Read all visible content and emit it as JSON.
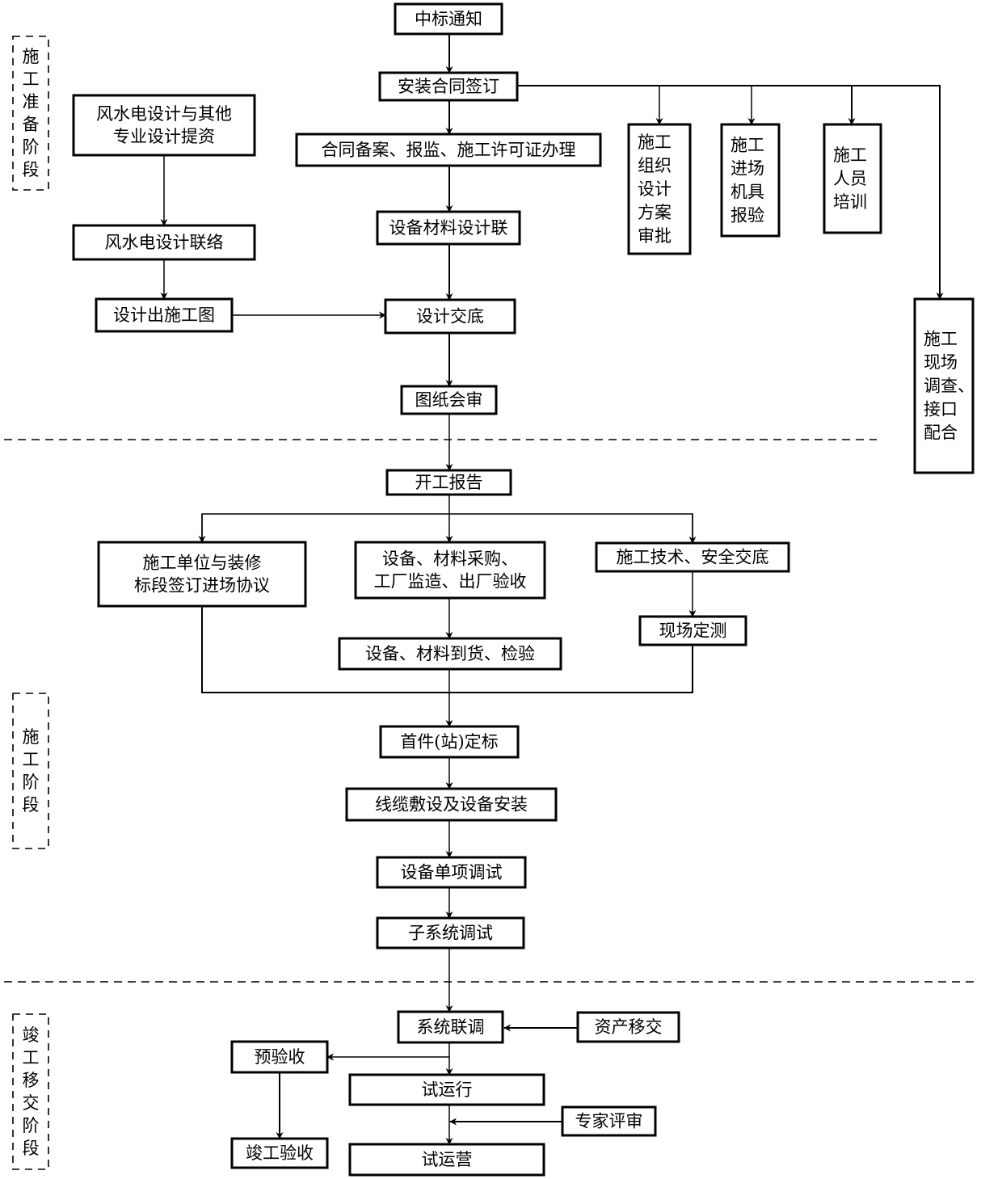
{
  "stages": [
    {
      "id": "prep",
      "label": "施工准备阶段"
    },
    {
      "id": "construct",
      "label": "施工阶段"
    },
    {
      "id": "handover",
      "label": "竣工移交阶段"
    }
  ],
  "nodes": {
    "n_win": "中标通知",
    "n_contract": "安装合同签订",
    "n_record": "合同备案、报监、施工许可证办理",
    "n_equip_design": "设备材料设计联",
    "n_design_brief": "设计交底",
    "n_drawing_review": "图纸会审",
    "n_fsd_submit": [
      "风水电设计与其他",
      "专业设计提资"
    ],
    "n_fsd_liaison": "风水电设计联络",
    "n_construct_drawing": "设计出施工图",
    "n_org_plan": [
      "施工",
      "组织",
      "设计",
      "方案",
      "审批"
    ],
    "n_machine": [
      "施工",
      "进场",
      "机具",
      "报验"
    ],
    "n_training": [
      "施工",
      "人员",
      "培训"
    ],
    "n_site_survey": [
      "施工",
      "现场",
      "调查、",
      "接口",
      "配合"
    ],
    "n_start_report": "开工报告",
    "n_agreement": [
      "施工单位与装修",
      "标段签订进场协议"
    ],
    "n_purchase": [
      "设备、材料采购、",
      "工厂监造、出厂验收"
    ],
    "n_tech_brief": "施工技术、安全交底",
    "n_arrival": "设备、材料到货、检验",
    "n_site_measure": "现场定测",
    "n_first_piece": "首件(站)定标",
    "n_cable": "线缆敷设及设备安装",
    "n_single_debug": "设备单项调试",
    "n_sub_debug": "子系统调试",
    "n_joint_debug": "系统联调",
    "n_asset": "资产移交",
    "n_pre_accept": "预验收",
    "n_trial_run": "试运行",
    "n_expert": "专家评审",
    "n_final_accept": "竣工验收",
    "n_trial_op": "试运营"
  }
}
